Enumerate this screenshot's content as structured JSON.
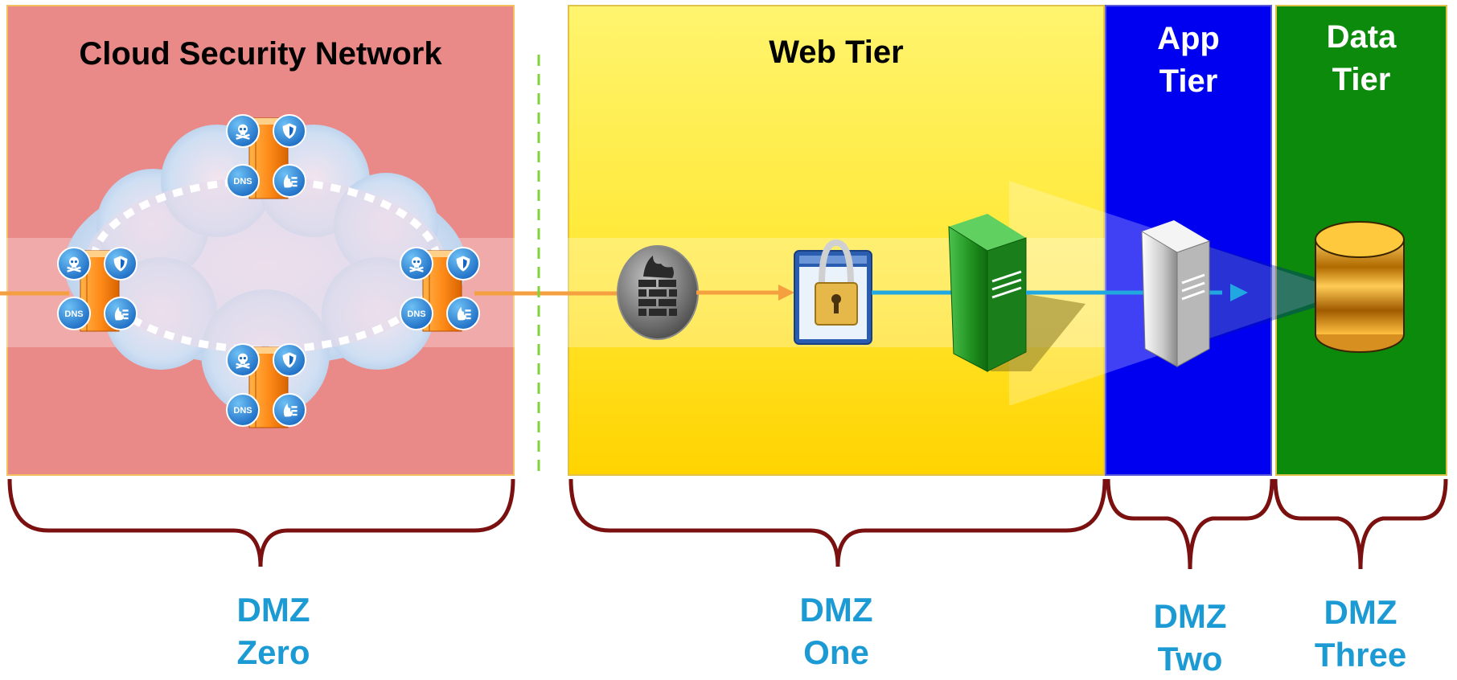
{
  "zones": {
    "cloud": {
      "title": "Cloud Security Network"
    },
    "web": {
      "title": "Web Tier"
    },
    "app": {
      "title_line1": "App",
      "title_line2": "Tier"
    },
    "data": {
      "title_line1": "Data",
      "title_line2": "Tier"
    }
  },
  "dmz_labels": [
    {
      "line1": "DMZ",
      "line2": "Zero"
    },
    {
      "line1": "DMZ",
      "line2": "One"
    },
    {
      "line1": "DMZ",
      "line2": "Two"
    },
    {
      "line1": "DMZ",
      "line2": "Three"
    }
  ],
  "node_badges": {
    "dns": "DNS"
  },
  "icons": [
    "skull-icon",
    "shield-icon",
    "dns-icon",
    "firewall-rules-icon",
    "firewall-icon",
    "secure-browser-lock-icon",
    "web-server-icon",
    "app-server-icon",
    "database-icon"
  ],
  "colors": {
    "cloud_zone": "#ea8a88",
    "web_zone": "#ffe93a",
    "app_zone": "#0000f0",
    "data_zone": "#0b8a0b",
    "brace": "#7a1010",
    "dmz_text": "#1b9ad4",
    "orange_link": "#f5a040",
    "blue_link": "#22a8e0",
    "divider": "#7fd43a"
  }
}
